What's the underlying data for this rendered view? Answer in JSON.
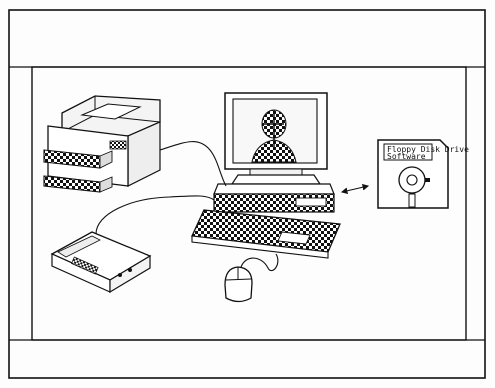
{
  "figure": {
    "type": "patent-style line drawing",
    "background_color": "#ffffff",
    "line_color": "#111111",
    "fill_pattern": "checkered",
    "components": [
      {
        "name": "laser-printer",
        "icon": "printer-icon"
      },
      {
        "name": "computer-monitor",
        "icon": "monitor-icon",
        "screen_content": "checkered head and shoulders figure"
      },
      {
        "name": "keyboard",
        "icon": "keyboard-icon"
      },
      {
        "name": "mouse",
        "icon": "mouse-icon"
      },
      {
        "name": "modem",
        "icon": "modem-icon"
      },
      {
        "name": "floppy-disk",
        "icon": "floppy-disk-icon"
      }
    ],
    "connections": [
      {
        "from": "laser-printer",
        "to": "computer-monitor",
        "style": "cable"
      },
      {
        "from": "modem",
        "to": "computer-monitor",
        "style": "cable"
      },
      {
        "from": "mouse",
        "to": "keyboard",
        "style": "cable"
      },
      {
        "from": "computer-monitor",
        "to": "floppy-disk",
        "style": "double-headed arrow"
      }
    ],
    "floppy_label": {
      "line1": "Floppy Disk Drive",
      "line2": "Software"
    }
  }
}
